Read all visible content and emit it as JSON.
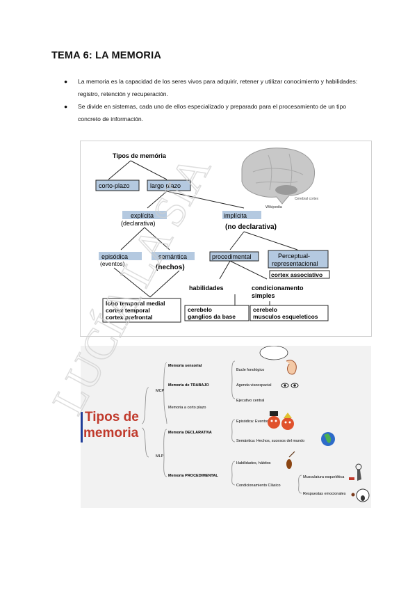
{
  "doc": {
    "title": "TEMA 6: LA MEMORIA",
    "bullets": [
      "La memoria es la capacidad de los seres vivos para adquirir, retener y utilizar conocimiento y habilidades: registro, retención y recuperación.",
      "Se divide en sistemas, cada uno de ellos especializado y preparado para el procesamiento de un tipo concreto de información."
    ]
  },
  "diagram1": {
    "root": "Tipos de memória",
    "corto": "corto-plazo",
    "largo": "largo plazo",
    "explicita": "explícita",
    "declarativa": "(declarativa)",
    "implicita": "implícita",
    "no_declarativa": "(no declarativa)",
    "episodica": "episódica",
    "eventos": "(eventos)",
    "semantica": "semántica",
    "hechos": "(hechos)",
    "procedimental": "procedimental",
    "perceptual_1": "Perceptual-",
    "perceptual_2": "representacional",
    "cortex_asociativo": "cortex associativo",
    "habilidades": "habilidades",
    "condicionamiento_1": "condicionamento",
    "condicionamiento_2": "simples",
    "lobo_1": "lobo temporal medial",
    "lobo_2": "cortex temporal",
    "lobo_3": "cortex prefrontal",
    "cerebelo_1": "cerebelo",
    "cerebelo_2": "ganglios da base",
    "cerebelo_b1": "cerebelo",
    "cerebelo_b2": "musculos esqueleticos",
    "brain_label": "Cerebral cortex",
    "wiki": "Wikipedia"
  },
  "diagram2": {
    "title_1": "Tipos de",
    "title_2": "memoria",
    "mcp": "MCP",
    "mlp": "MLP",
    "sensorial": "Memoria sensorial",
    "trabajo": "Memoria de TRABAJO",
    "corto_plazo": "Memoria a corto plazo",
    "declarativa": "Memoria DECLARATIVA",
    "procedimental": "Memoria PROCEDIMENTAL",
    "bucle": "Bucle fonológico",
    "agenda": "Agenda visoespacial",
    "ejecutivo": "Ejecutivo central",
    "episodica": "Episódica: Eventos",
    "semantica": "Semántica: Hechos, sucesos del mundo",
    "habilidades": "Habilidades, hábitos",
    "condicionamiento": "Condicionamiento Clásico",
    "musculatura": "Musculatura esquelética",
    "respuestas": "Respuestas emocionales"
  },
  "watermark": {
    "text": "LUCÍA LA SIA"
  },
  "colors": {
    "box_blue": "#b4c9e0",
    "title_red": "#c0392b",
    "bracket_gray": "#888888",
    "accent_blue": "#1f3d99"
  }
}
